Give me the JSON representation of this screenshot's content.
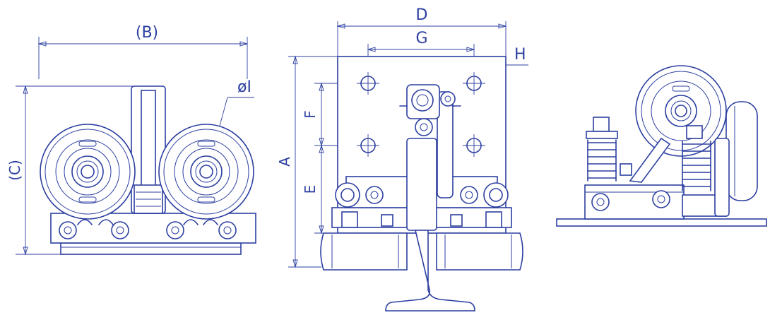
{
  "front_view": {
    "dim_width_label": "(B)",
    "dim_height_label": "(C)",
    "dim_wheel_label": "øI"
  },
  "side_view": {
    "dim_overall_width_label": "D",
    "dim_hole_spacing_label": "G",
    "dim_hole_label": "H",
    "dim_overall_height_label": "A",
    "dim_upper_label": "F",
    "dim_lower_label": "E"
  },
  "colors": {
    "line": "#2c3fa0",
    "background": "#ffffff"
  }
}
